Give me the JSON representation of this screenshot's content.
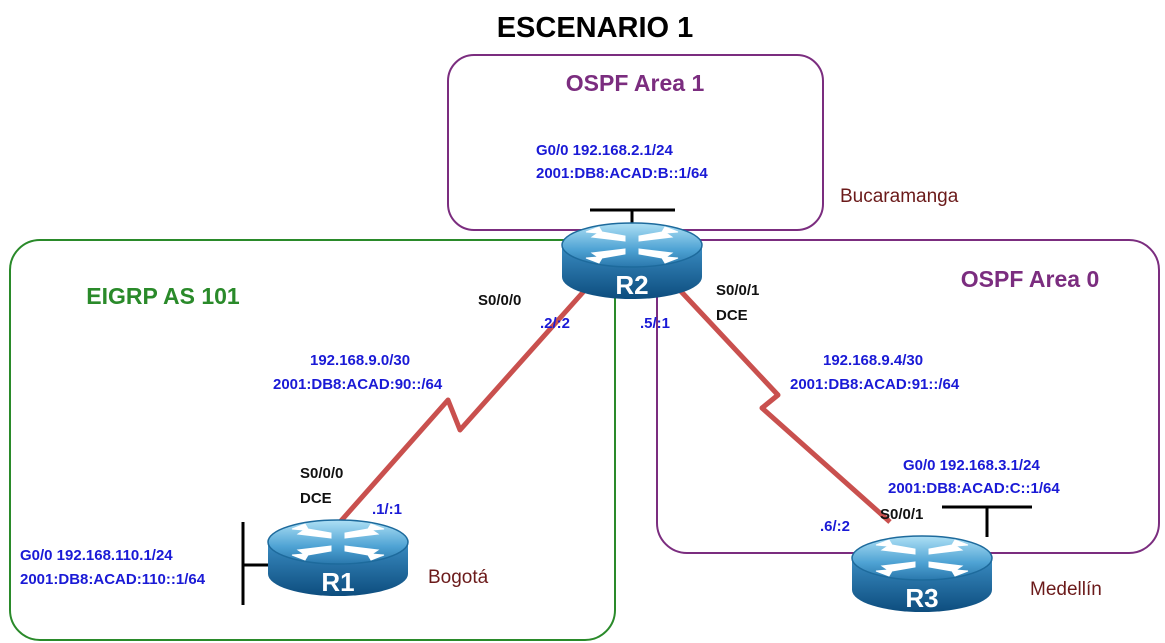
{
  "title": "ESCENARIO 1",
  "colors": {
    "ospf_area": "#7b2d7f",
    "eigrp": "#2a8a2a",
    "serial_link": "#c9504e",
    "address_text": "#1a1ad6",
    "city_text": "#6b1a1a",
    "router_body": "#2f7fb0"
  },
  "areas": {
    "ospf_area1": "OSPF Area 1",
    "ospf_area0": "OSPF Area 0",
    "eigrp": "EIGRP AS 101"
  },
  "routers": {
    "r1": {
      "name": "R1",
      "city": "Bogotá"
    },
    "r2": {
      "name": "R2",
      "city": "Bucaramanga"
    },
    "r3": {
      "name": "R3",
      "city": "Medellín"
    }
  },
  "lans": {
    "r1": {
      "ipv4": "G0/0 192.168.110.1/24",
      "ipv6": "2001:DB8:ACAD:110::1/64"
    },
    "r2": {
      "ipv4": "G0/0 192.168.2.1/24",
      "ipv6": "2001:DB8:ACAD:B::1/64"
    },
    "r3": {
      "ipv4": "G0/0 192.168.3.1/24",
      "ipv6": "2001:DB8:ACAD:C::1/64"
    }
  },
  "links": {
    "r1_r2": {
      "ipv4": "192.168.9.0/30",
      "ipv6": "2001:DB8:ACAD:90::/64",
      "r1_port": "S0/0/0",
      "r1_dce": "DCE",
      "r1_host": ".1/:1",
      "r2_port": "S0/0/0",
      "r2_host": ".2/:2"
    },
    "r2_r3": {
      "ipv4": "192.168.9.4/30",
      "ipv6": "2001:DB8:ACAD:91::/64",
      "r2_port": "S0/0/1",
      "r2_dce": "DCE",
      "r2_host": ".5/:1",
      "r3_port": "S0/0/1",
      "r3_host": ".6/:2"
    }
  }
}
